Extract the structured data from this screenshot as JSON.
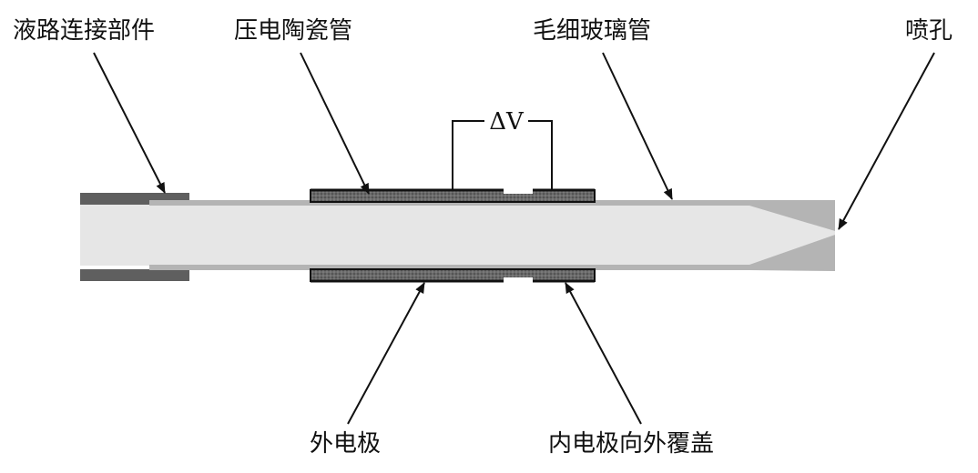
{
  "labels": {
    "connector": "液路连接部件",
    "piezo_tube": "压电陶瓷管",
    "capillary": "毛细玻璃管",
    "nozzle": "喷孔",
    "voltage": "ΔV",
    "outer_electrode": "外电极",
    "inner_electrode": "内电极向外覆盖"
  },
  "colors": {
    "connector_fill": "#5f5f5f",
    "glass_wall": "#b4b4b4",
    "glass_bore": "#e6e6e6",
    "piezo_outline": "#111111",
    "piezo_fill": "#5a5a5a",
    "line": "#111111"
  }
}
